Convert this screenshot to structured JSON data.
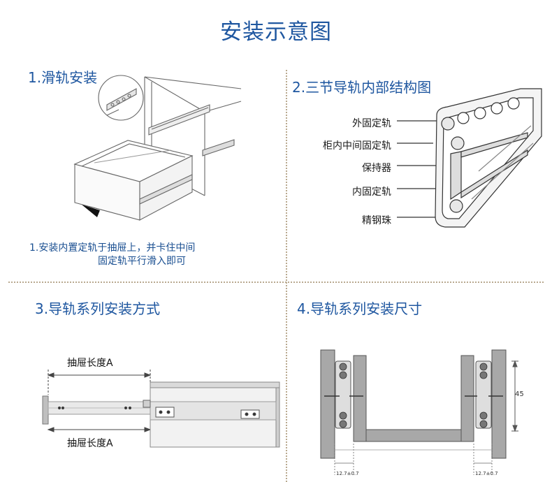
{
  "page_title": "安装示意图",
  "sections": {
    "s1": {
      "title": "1.滑轨安装",
      "note_line1": "1.安装内置定轨于抽屉上，并卡住中间",
      "note_line2": "固定轨平行滑入即可"
    },
    "s2": {
      "title": "2.三节导轨内部结构图",
      "labels": [
        "外固定轨",
        "柜内中间固定轨",
        "保持器",
        "内固定轨",
        "精钢珠"
      ]
    },
    "s3": {
      "title": "3.导轨系列安装方式",
      "dim_top": "抽屉长度A",
      "dim_bottom": "抽屉长度A"
    },
    "s4": {
      "title": "4.导轨系列安装尺寸",
      "height_label": "45",
      "left_gap": "12.7±0.7",
      "right_gap": "12.7±0.7"
    }
  },
  "colors": {
    "title_blue": "#1f57a0",
    "divider": "#b9a98f",
    "line_gray": "#555555"
  }
}
